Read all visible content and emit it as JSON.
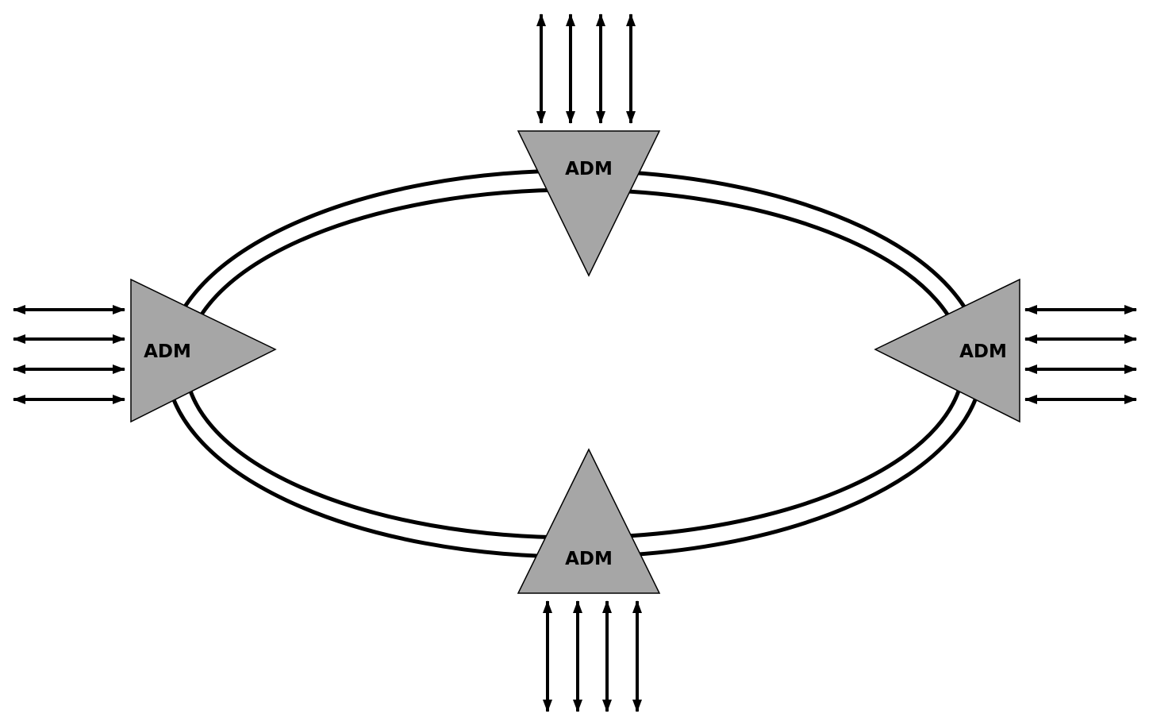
{
  "diagram": {
    "colors": {
      "background": "#ffffff",
      "node_fill": "#a6a6a6",
      "stroke": "#000000"
    },
    "ring": {
      "type": "dual-ring"
    },
    "nodes": [
      {
        "id": "top",
        "label": "ADM",
        "points": "down",
        "tributaries": 4
      },
      {
        "id": "left",
        "label": "ADM",
        "points": "right",
        "tributaries": 4
      },
      {
        "id": "right",
        "label": "ADM",
        "points": "left",
        "tributaries": 4
      },
      {
        "id": "bottom",
        "label": "ADM",
        "points": "up",
        "tributaries": 4
      }
    ],
    "arrow_style": "double-headed"
  }
}
